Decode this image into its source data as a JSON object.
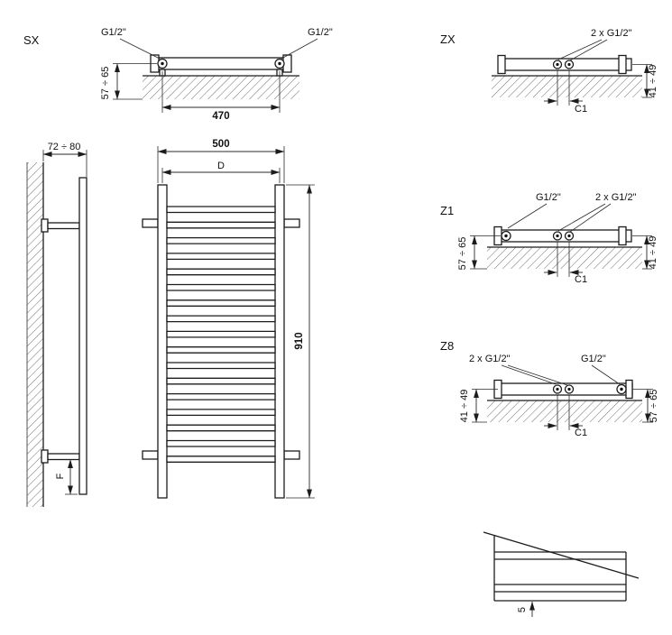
{
  "drawing": {
    "background": "#ffffff",
    "line_color": "#1c1c1c"
  },
  "views": {
    "sx": {
      "label": "SX"
    },
    "zx": {
      "label": "ZX"
    },
    "z1": {
      "label": "Z1"
    },
    "z8": {
      "label": "Z8"
    }
  },
  "dims": {
    "g_half": "G1/2\"",
    "two_g_half": "2 x G1/2\"",
    "width_470": "470",
    "width_500": "500",
    "height_910": "910",
    "rung_width": "D",
    "depth_72_80": "72 ÷ 80",
    "offset_57_65": "57 ÷ 65",
    "offset_41_49": "41 ÷ 49",
    "c1": "C1",
    "f": "F",
    "gap_5": "5"
  }
}
